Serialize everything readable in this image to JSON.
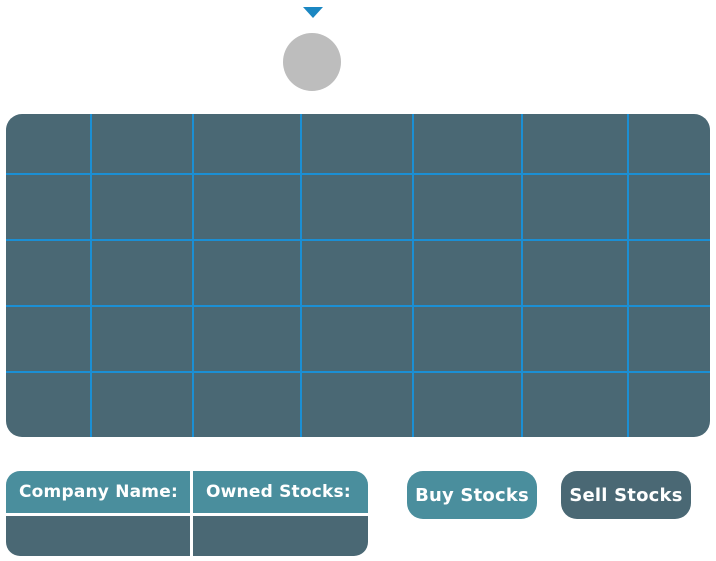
{
  "header": {
    "dropdown_icon": "caret-down-icon",
    "avatar_icon": "user-avatar"
  },
  "grid": {
    "columns": 7,
    "rows": 5
  },
  "info_table": {
    "company_label": "Company Name:",
    "owned_label": "Owned Stocks:",
    "company_value": "",
    "owned_value": ""
  },
  "actions": {
    "buy_label": "Buy Stocks",
    "sell_label": "Sell Stocks"
  },
  "colors": {
    "accent_blue": "#1b87c2",
    "panel_dark": "#4a6874",
    "panel_teal": "#4a8e9d",
    "avatar_gray": "#bdbdbd"
  }
}
